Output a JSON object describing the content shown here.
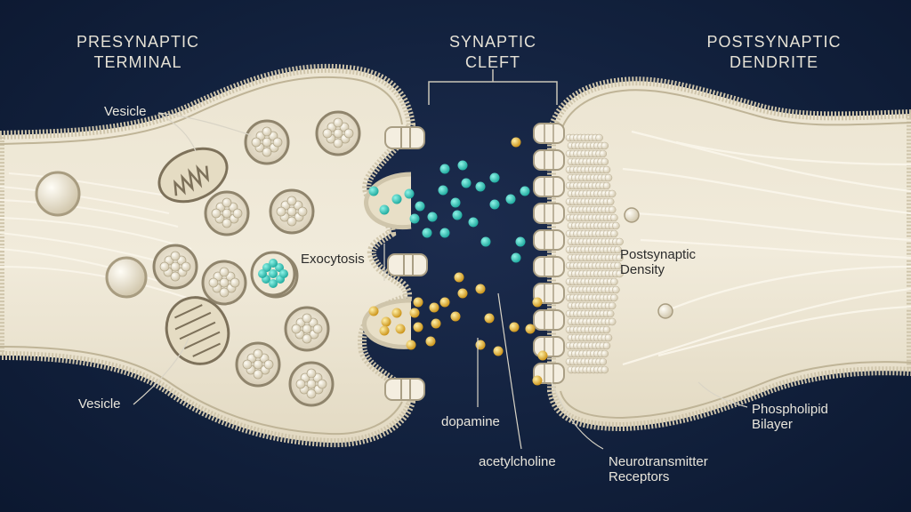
{
  "headers": {
    "presynaptic": [
      "PRESYNAPTIC",
      "TERMINAL"
    ],
    "cleft": [
      "SYNAPTIC",
      "CLEFT"
    ],
    "postsynaptic": [
      "POSTSYNAPTIC",
      "DENDRITE"
    ]
  },
  "labels": {
    "vesicle_top": "Vesicle",
    "vesicle_bottom": "Vesicle",
    "exocytosis": "Exocytosis",
    "postsynaptic_density": [
      "Postsynaptic",
      "Density"
    ],
    "dopamine": "dopamine",
    "acetylcholine": "acetylcholine",
    "receptors": [
      "Neurotransmitter",
      "Receptors"
    ],
    "bilayer": [
      "Phospholipid",
      "Bilayer"
    ]
  },
  "colors": {
    "background": "#12213d",
    "membrane": "#efe8d6",
    "cytoplasm": "#e7dfc9",
    "acetylcholine": "#2cc3b5",
    "dopamine": "#e2b23a",
    "text": "#e9e6dc"
  }
}
